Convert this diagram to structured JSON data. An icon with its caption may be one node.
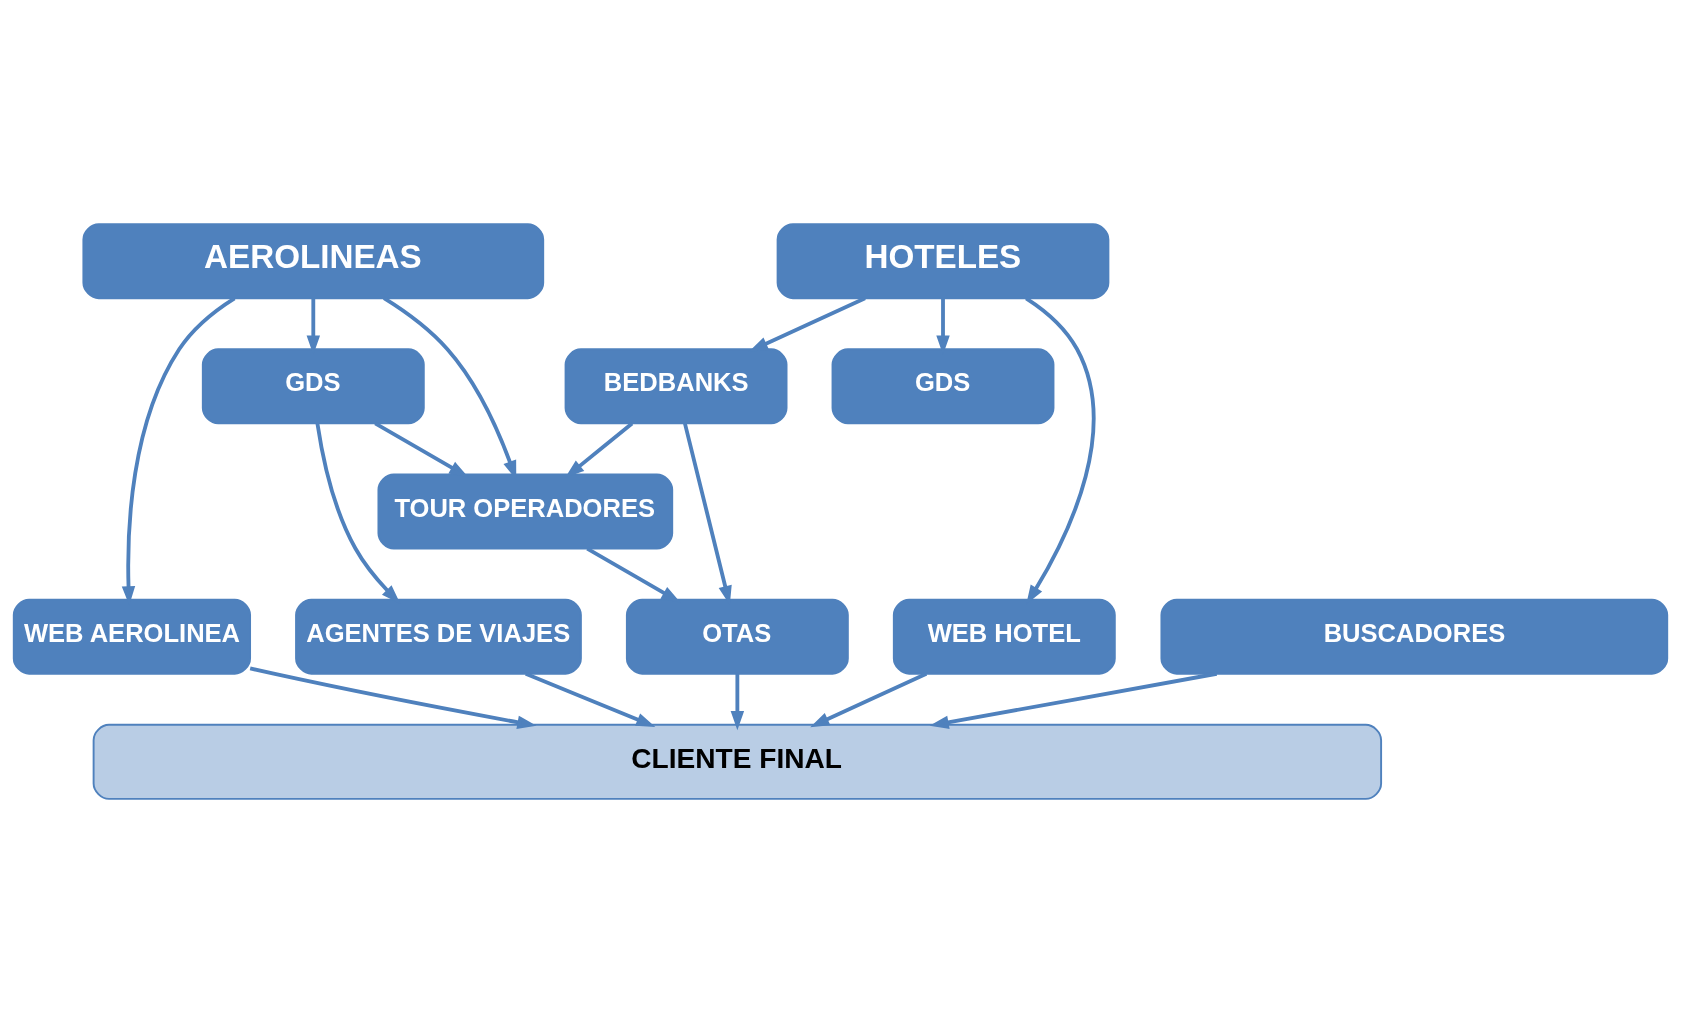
{
  "diagram": {
    "nodes": [
      {
        "text": [
          "AEROLINEAS"
        ]
      },
      {
        "text": [
          "HOTELES"
        ]
      },
      {
        "text": [
          "GDS"
        ]
      },
      {
        "text": [
          "GDS"
        ]
      },
      {
        "text": [
          "BEDBANKS"
        ]
      },
      {
        "text": [
          "TOUR OPERADORES"
        ]
      },
      {
        "text": [
          "WEB AEROLINEA"
        ]
      },
      {
        "text": [
          "AGENTES DE VIAJES"
        ]
      },
      {
        "text": [
          "OTAS"
        ]
      },
      {
        "text": [
          "WEB HOTEL"
        ]
      },
      {
        "text": [
          "BUSCADORES"
        ]
      },
      {
        "text": [
          "CLIENTE FINAL"
        ]
      }
    ],
    "edges": [
      {
        "from": 0,
        "to": 6,
        "arrow": "to"
      },
      {
        "from": 0,
        "to": 5,
        "arrow": "to"
      },
      {
        "from": 0,
        "to": 2,
        "arrow": "to"
      },
      {
        "from": 1,
        "to": 3,
        "arrow": "to"
      },
      {
        "from": 1,
        "to": 4,
        "arrow": "to"
      },
      {
        "from": 1,
        "to": 9,
        "arrow": "to"
      },
      {
        "from": 2,
        "to": 5,
        "arrow": "to"
      },
      {
        "from": 4,
        "to": 5,
        "arrow": "to"
      },
      {
        "from": 2,
        "to": 7,
        "arrow": "to"
      },
      {
        "from": 4,
        "to": 8,
        "arrow": "to"
      },
      {
        "from": 5,
        "to": 8,
        "arrow": "to"
      },
      {
        "from": 6,
        "to": 11,
        "arrow": "to"
      },
      {
        "from": 7,
        "to": 11,
        "arrow": "to"
      },
      {
        "from": 10,
        "to": 11,
        "arrow": "to"
      },
      {
        "from": 8,
        "to": 11,
        "arrow": "to"
      },
      {
        "from": 9,
        "to": 11,
        "arrow": "to"
      }
    ]
  }
}
